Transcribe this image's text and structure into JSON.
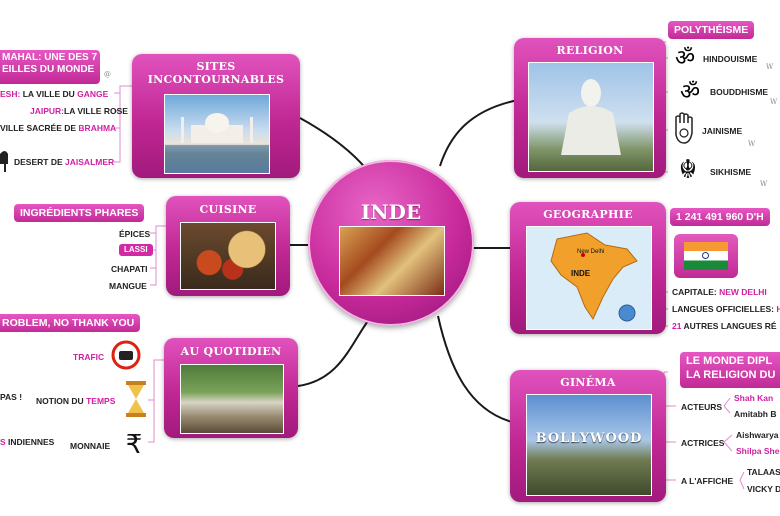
{
  "center": {
    "title": "INDE"
  },
  "topics": {
    "sites": {
      "title_line1": "SITES",
      "title_line2": "INCONTOURNABLES"
    },
    "cuisine": {
      "title": "CUISINE"
    },
    "quotidien": {
      "title": "AU QUOTIDIEN"
    },
    "religion": {
      "title": "RELIGION"
    },
    "geographie": {
      "title": "GEOGRAPHIE"
    },
    "cinema": {
      "title": "GINÉMA"
    }
  },
  "sites_items": {
    "tajmahal_line1": "MAHAL: UNE DES 7",
    "tajmahal_line2": "EILLES DU MONDE",
    "rishikesh_a": "ESH:",
    "rishikesh_b": "LA VILLE DU",
    "rishikesh_c": "GANGE",
    "jaipur_a": "JAIPUR:",
    "jaipur_b": "LA VILLE ROSE",
    "brahma_a": "VILLE SACRÉE DE",
    "brahma_b": "BRAHMA",
    "desert_a": "DESERT DE",
    "desert_b": "JAISALMER"
  },
  "cuisine_items": {
    "header": "INGRÉDIENTS PHARES",
    "epices": "ÉPICES",
    "lassi": "LASSI",
    "chapati": "CHAPATI",
    "mangue": "MANGUE"
  },
  "quotidien_items": {
    "header": "ROBLEM, NO THANK YOU",
    "trafic": "TRAFIC",
    "pas": "PAS !",
    "temps_a": "NOTION DU",
    "temps_b": "TEMPS",
    "indiennes_a": "S",
    "indiennes_b": "INDIENNES",
    "monnaie": "MONNAIE",
    "rupee": "₹"
  },
  "religion_items": {
    "header": "POLYTHÉISME",
    "hindouisme": "HINDOUISME",
    "bouddhisme": "BOUDDHISME",
    "jainisme": "JAINISME",
    "sikhisme": "SIKHISME",
    "om": "ॐ",
    "khanda": "☬"
  },
  "geo_items": {
    "population": "1 241 491 960 D'H",
    "capitale_a": "CAPITALE:",
    "capitale_b": "NEW DELHI",
    "langues_a": "LANGUES OFFICIELLES:",
    "langues_b": "H",
    "autres_a": "21",
    "autres_b": "AUTRES LANGUES RÉ",
    "map_label": "INDE",
    "map_city": "New Delhi"
  },
  "cinema_items": {
    "header_line1": "LE MONDE DIPL",
    "header_line2": "LA RELIGION DU",
    "acteurs": "ACTEURS",
    "shah": "Shah Kan",
    "amitabh": "Amitabh B",
    "actrices": "ACTRICES",
    "aishwarya": "Aishwarya",
    "shilpa": "Shilpa She",
    "affiche": "A L'AFFICHE",
    "talaas": "TALAAS",
    "vicky": "VICKY D",
    "bollywood": "BOLLYWOOD"
  },
  "colors": {
    "magenta": "#d01fa3",
    "topic": "#c02793",
    "link": "#1a1a1a",
    "sublink": "#e08bd0"
  }
}
